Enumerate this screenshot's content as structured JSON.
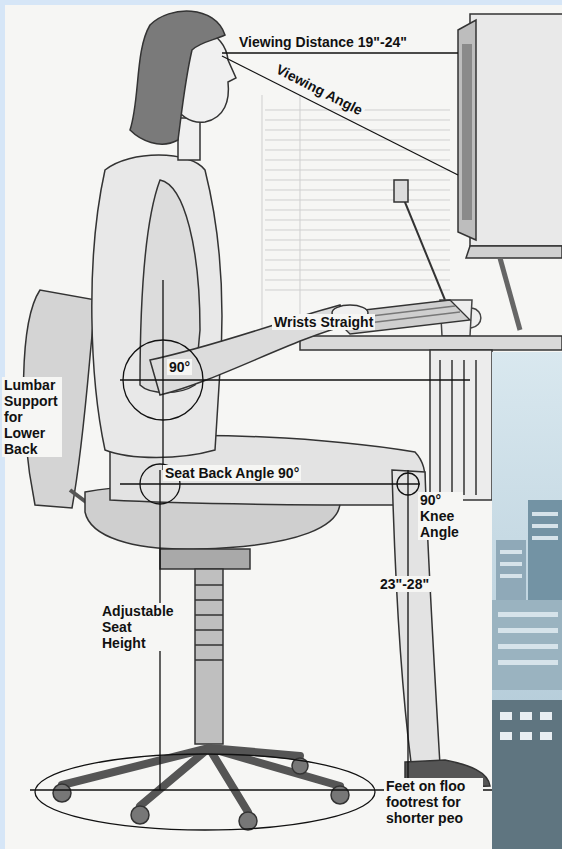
{
  "diagram": {
    "labels": [
      "Viewing Distance 19\"-24\"",
      "Viewing Angle",
      "Wrists Straight",
      "90°",
      "Lumbar Support for Lower Back",
      "Seat Back Angle 90°",
      "90° Knee Angle",
      "Adjustable Seat Height",
      "23\"-28\"",
      "Feet on floo footrest for shorter peo"
    ]
  }
}
